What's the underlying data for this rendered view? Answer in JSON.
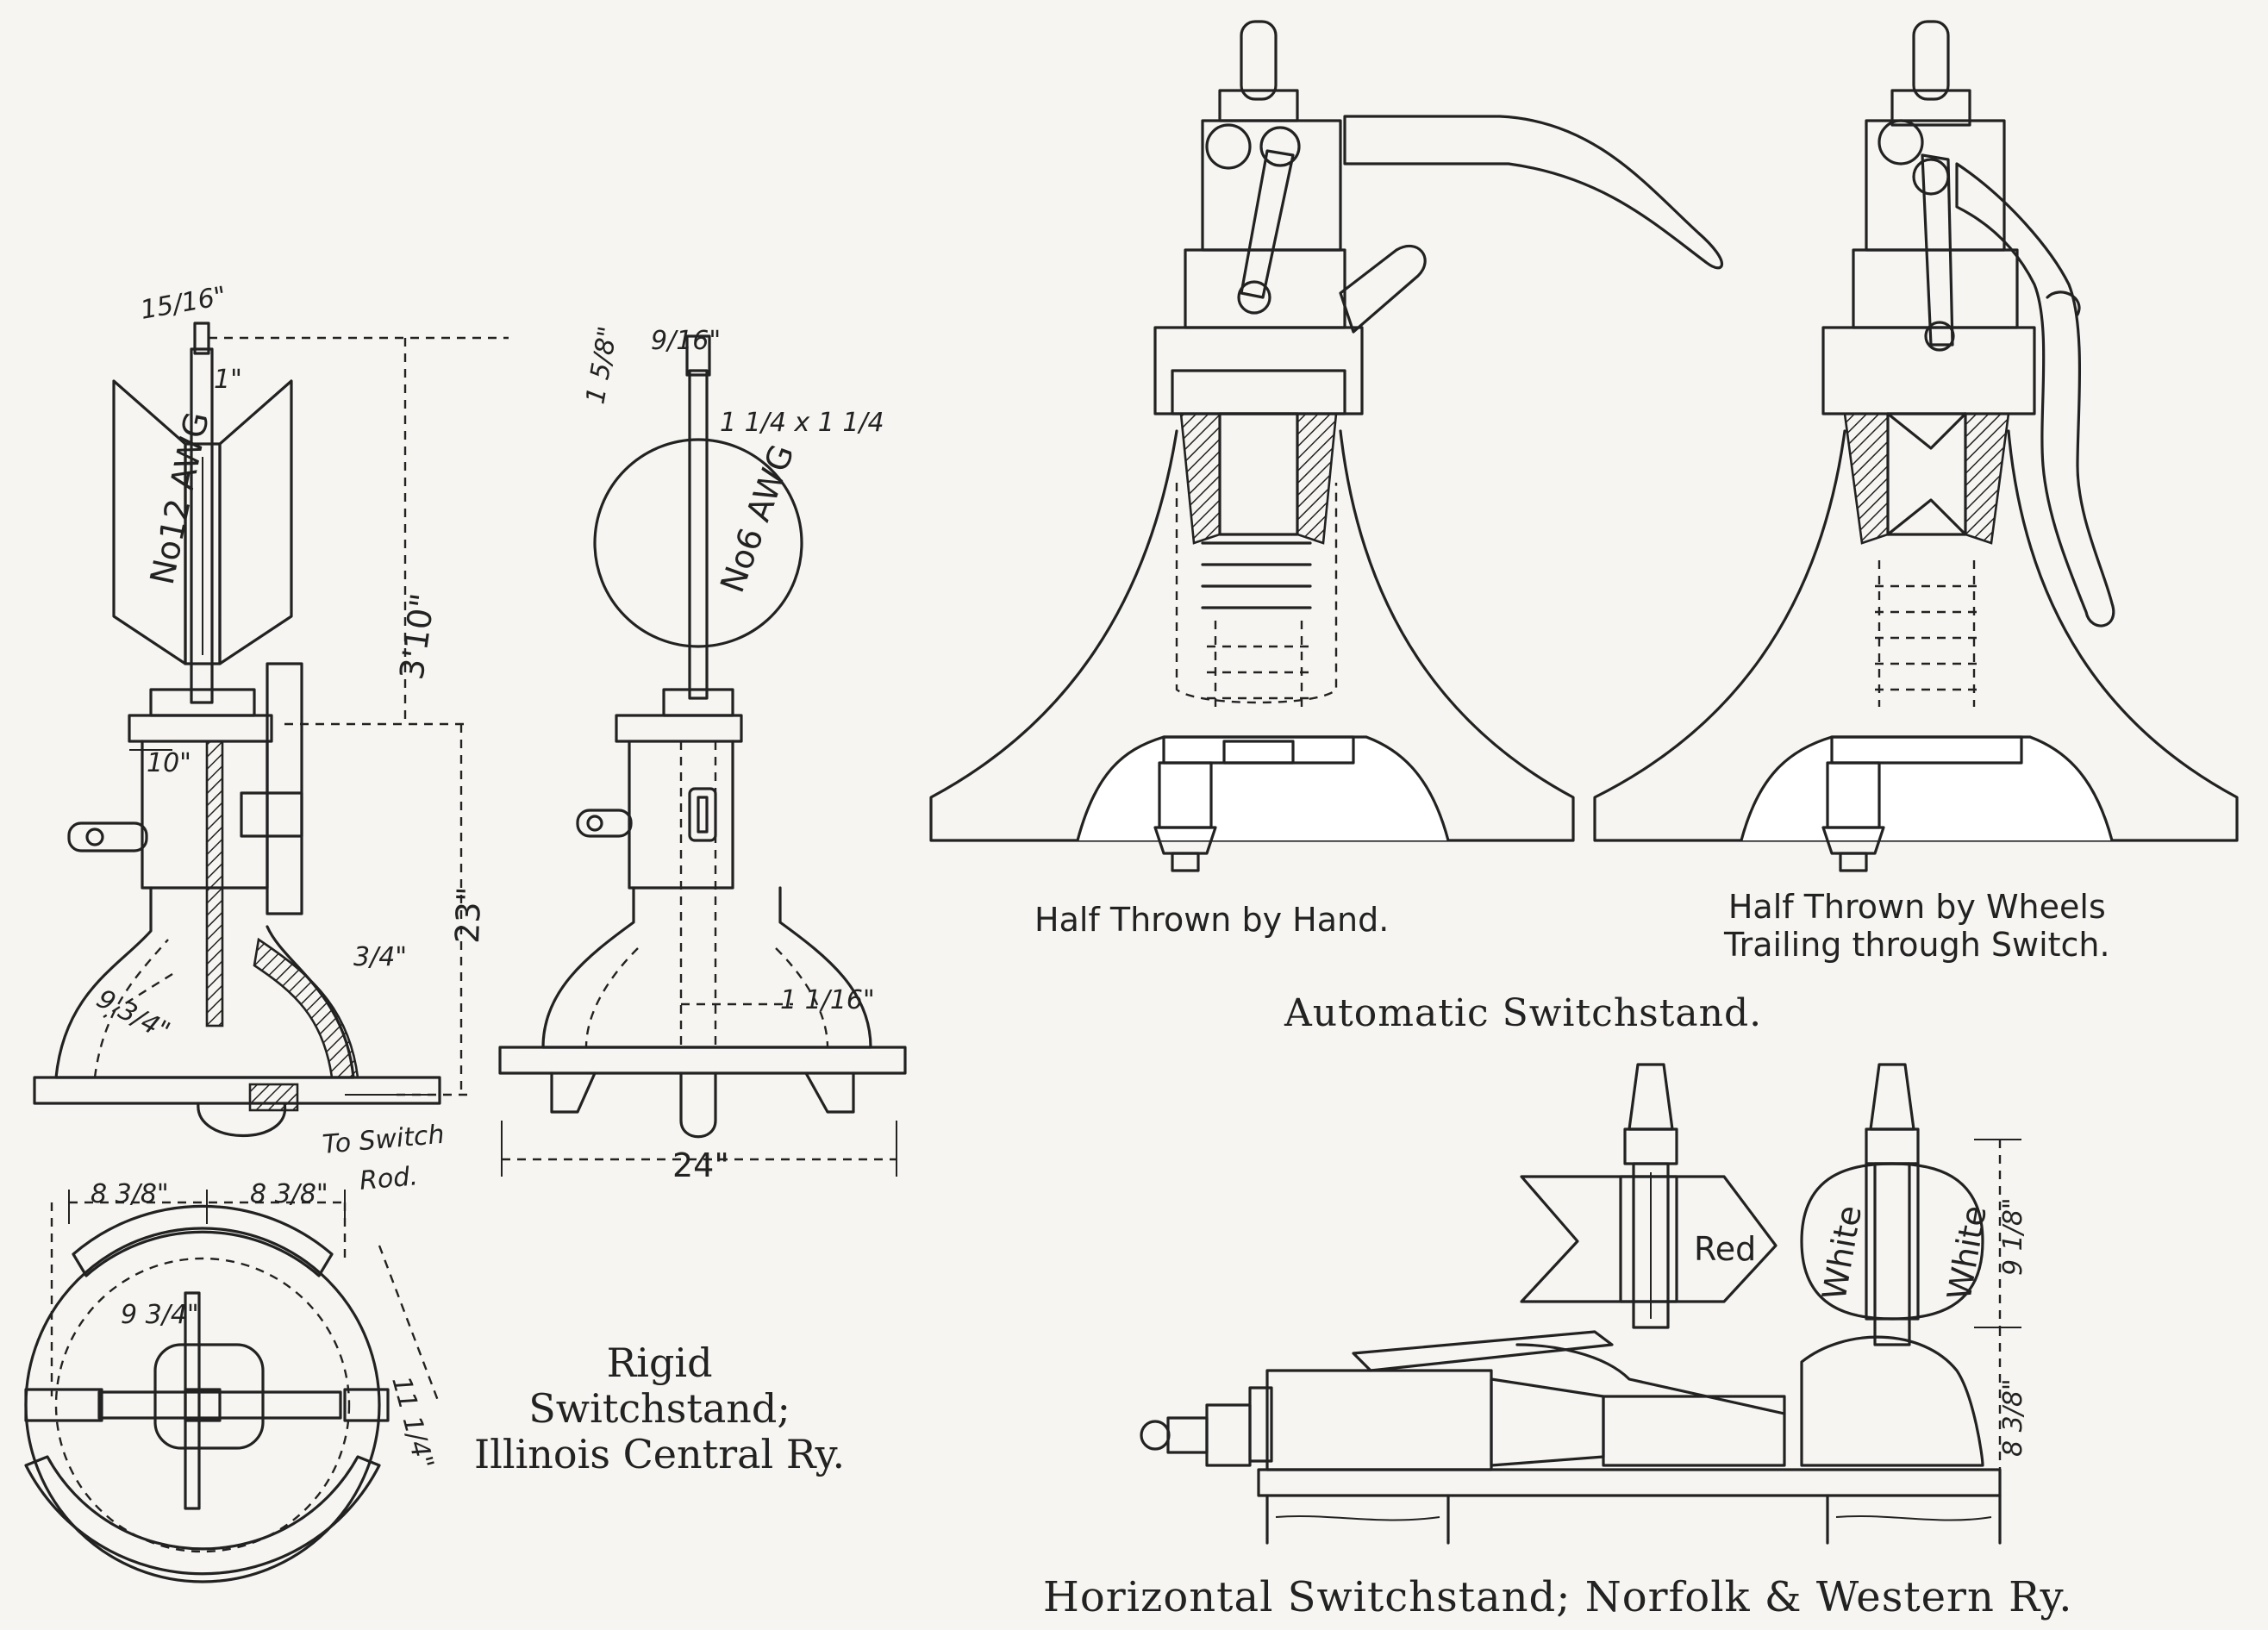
{
  "captions": {
    "rigid": [
      "Rigid",
      "Switchstand;",
      "Illinois Central Ry."
    ],
    "automatic": "Automatic Switchstand.",
    "half_hand": "Half Thrown by Hand.",
    "half_wheels": [
      "Half Thrown by Wheels",
      "Trailing through Switch."
    ],
    "horizontal": "Horizontal Switchstand;  Norfolk & Western Ry."
  },
  "labels": {
    "no12awg": "No12 AWG",
    "no6awg": "No6 AWG",
    "red": "Red",
    "white": "White",
    "to_switch_rod": [
      "To Switch",
      "Rod."
    ]
  },
  "dimensions": {
    "d15_16": "15/16\"",
    "d1": "1\"",
    "d3_10": "3'10\"",
    "d23": "23\"",
    "d10": "10\"",
    "d9_3_4": "9 3/4\"",
    "d3_4": "3/4\"",
    "d9_16": "9/16\"",
    "d1_5_8": "1 5/8\"",
    "d1_1_4x1_1_4": "1 1/4 x 1 1/4",
    "d1_1_16": "1 1/16\"",
    "d24": "24\"",
    "d8_3_8a": "8 3/8\"",
    "d8_3_8b": "8 3/8\"",
    "d11_1_4": "11 1/4\"",
    "d9_1_8": "9 1/8\"",
    "d8_3_8c": "8 3/8\""
  }
}
